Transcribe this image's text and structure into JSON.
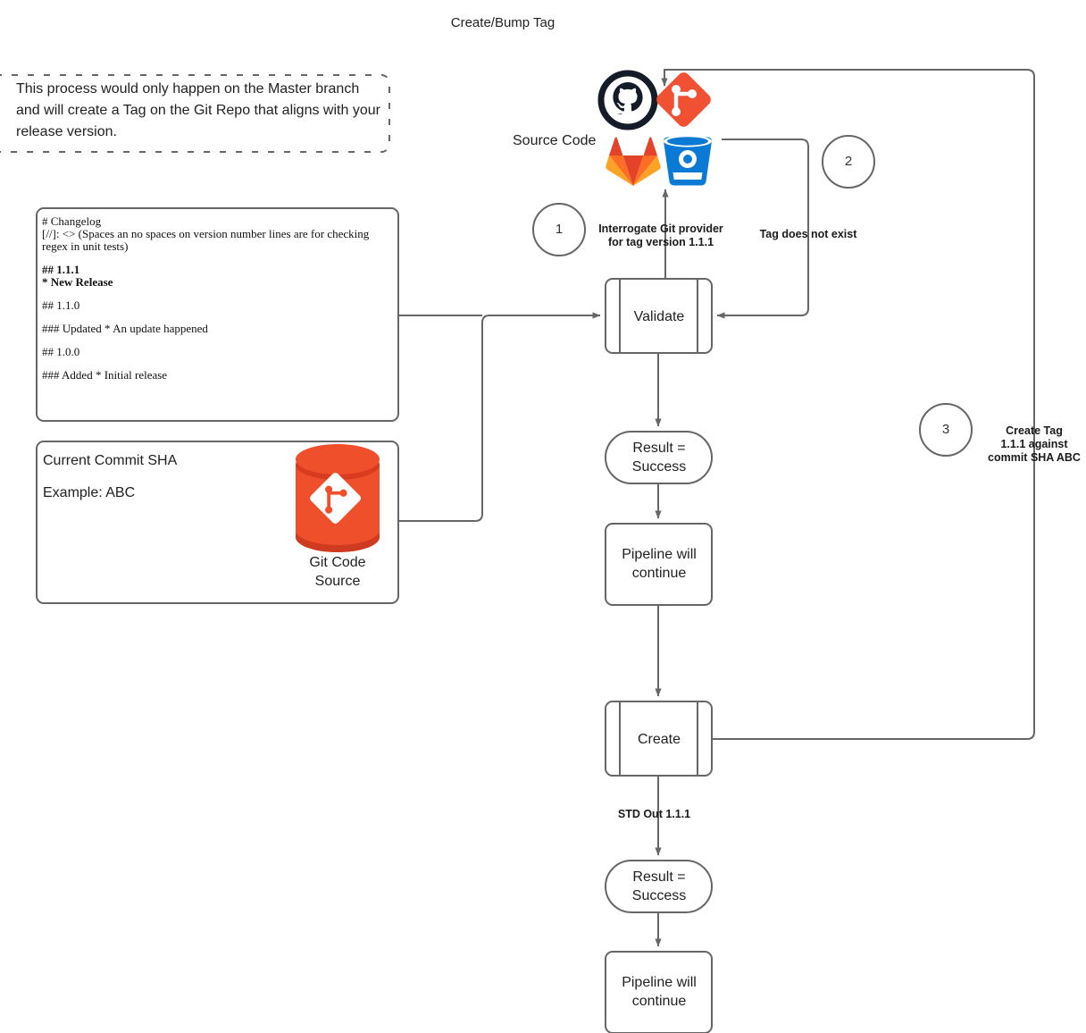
{
  "diagram": {
    "title": "Create/Bump Tag",
    "note": {
      "text": "This process would only happen on the Master branch and will create a Tag on the Git Repo that aligns with your release version."
    },
    "changelog": {
      "lines": [
        "# Changelog",
        "[//]: <> (Spaces an no spaces on version number lines are for checking",
        "regex in unit tests)",
        "## 1.1.1",
        "* New Release",
        "## 1.1.0",
        "### Updated * An update happened",
        "## 1.0.0",
        "### Added * Initial release"
      ],
      "l1": "# Changelog",
      "l2": "[//]: <> (Spaces an no spaces on version number lines are for checking",
      "l3": "regex in unit tests)",
      "l4": "## 1.1.1",
      "l5": "* New Release",
      "l6": "## 1.1.0",
      "l7": "### Updated * An update happened",
      "l8": "## 1.0.0",
      "l9": "### Added * Initial release"
    },
    "commit_box": {
      "title": "Current Commit SHA",
      "example": "Example: ABC",
      "source_label_1": "Git Code",
      "source_label_2": "Source"
    },
    "source_code_label": "Source Code",
    "providers": [
      {
        "name": "github-icon",
        "color": "#161c27"
      },
      {
        "name": "git-icon",
        "color": "#f05133"
      },
      {
        "name": "gitlab-icon",
        "color": "#fc6d26"
      },
      {
        "name": "bitbucket-icon",
        "color": "#0b7ad4"
      }
    ],
    "steps": [
      {
        "number": "1",
        "label_line1": "Interrogate Git provider",
        "label_line2": "for tag version 1.1.1"
      },
      {
        "number": "2",
        "label_line1": "Tag does not exist",
        "label_line2": ""
      },
      {
        "number": "3",
        "label_line1": "Create Tag",
        "label_line2": "1.1.1 against",
        "label_line3": "commit SHA ABC"
      }
    ],
    "nodes": {
      "validate": "Validate",
      "result_success_1a": "Result =",
      "result_success_1b": "Success",
      "pipeline_continue_1a": "Pipeline will",
      "pipeline_continue_1b": "continue",
      "create": "Create",
      "std_out": "STD Out 1.1.1",
      "result_success_2a": "Result =",
      "result_success_2b": "Success",
      "pipeline_continue_2a": "Pipeline will",
      "pipeline_continue_2b": "continue"
    },
    "edge_labels": {
      "interrogate_1": "Interrogate Git provider",
      "interrogate_2": "for tag version 1.1.1",
      "tag_not_exist": "Tag does not exist",
      "create_tag_1": "Create Tag",
      "create_tag_2": "1.1.1 against",
      "create_tag_3": "commit SHA ABC",
      "std_out": "STD Out 1.1.1"
    },
    "colors": {
      "stroke": "#666666",
      "text": "#1f1f1f",
      "git_red": "#f05133",
      "gitlab_orange": "#fc6d26",
      "bitbucket_blue": "#0b7ad4",
      "github_dark": "#161c27",
      "db_red": "#ea4b2f"
    }
  }
}
